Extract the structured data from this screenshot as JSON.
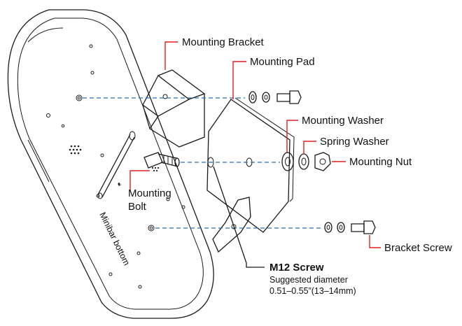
{
  "labels": {
    "mounting_bracket": "Mounting Bracket",
    "mounting_pad": "Mounting Pad",
    "mounting_washer": "Mounting Washer",
    "spring_washer": "Spring Washer",
    "mounting_nut": "Mounting Nut",
    "mounting_bolt_line1": "Mounting",
    "mounting_bolt_line2": "Bolt",
    "bracket_screw": "Bracket Screw",
    "minibar_bottom": "Minibar bottom",
    "m12_screw": "M12 Screw",
    "suggested_diameter": "Suggested diameter",
    "diameter_value": "0.51–0.55”(13–14mm)"
  },
  "colors": {
    "leader": "#e02020",
    "centerline": "#2a6fb0",
    "outline": "#1a1a1a"
  }
}
